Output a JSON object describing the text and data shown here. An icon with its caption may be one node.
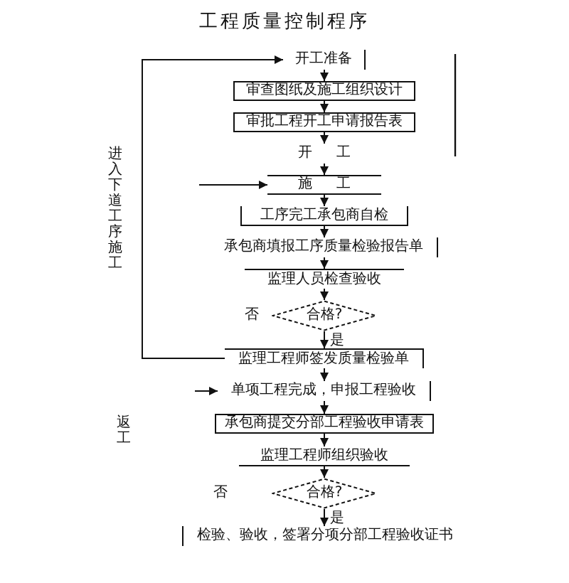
{
  "diagram": {
    "title": "工程质量控制程序",
    "nodes": [
      {
        "text": [
          "开工准备"
        ]
      },
      {
        "text": [
          "审查图纸及施工组织设计"
        ]
      },
      {
        "text": [
          "审批工程开工申请报告表"
        ]
      },
      {
        "text": [
          "开 工"
        ]
      },
      {
        "text": [
          "施 工"
        ]
      },
      {
        "text": [
          "工序完工承包商自检"
        ]
      },
      {
        "text": [
          "承包商填报工序质量检验报告单"
        ]
      },
      {
        "text": [
          "监理人员检查验收"
        ]
      },
      {
        "text": [
          "合格?"
        ]
      },
      {
        "text": [
          "监理工程师签发质量检验单"
        ]
      },
      {
        "text": [
          "单项工程完成，申报工程验收"
        ]
      },
      {
        "text": [
          "承包商提交分部工程验收申请表"
        ]
      },
      {
        "text": [
          "监理工程师组织验收"
        ]
      },
      {
        "text": [
          "合格?"
        ]
      },
      {
        "text": [
          "检验、验收，签署分项分部工程验收证书"
        ]
      }
    ],
    "edges": [
      {
        "from": 0,
        "to": 1,
        "arrow": "to"
      },
      {
        "from": 1,
        "to": 2,
        "arrow": "to"
      },
      {
        "from": 2,
        "to": 3,
        "arrow": "to"
      },
      {
        "from": 3,
        "to": 4,
        "arrow": "to"
      },
      {
        "from": 4,
        "to": 5,
        "arrow": "to"
      },
      {
        "from": 5,
        "to": 6,
        "arrow": "to"
      },
      {
        "from": 6,
        "to": 7,
        "arrow": "to"
      },
      {
        "from": 7,
        "to": 8,
        "arrow": "to"
      },
      {
        "from": 8,
        "to": 9,
        "arrow": "to",
        "label": "是"
      },
      {
        "from": 9,
        "to": 0,
        "arrow": "to",
        "label": "进入下道工序施工"
      },
      {
        "from": null,
        "to": 4,
        "arrow": "to"
      },
      {
        "from": 9,
        "to": 10,
        "arrow": "to"
      },
      {
        "from": 10,
        "to": 11,
        "arrow": "to"
      },
      {
        "from": 11,
        "to": 12,
        "arrow": "to"
      },
      {
        "from": 12,
        "to": 13,
        "arrow": "to"
      },
      {
        "from": 13,
        "to": 14,
        "arrow": "to",
        "label": "是"
      },
      {
        "from": null,
        "to": 10,
        "arrow": "to"
      }
    ],
    "labels": [
      "否",
      "返工",
      "否"
    ]
  }
}
